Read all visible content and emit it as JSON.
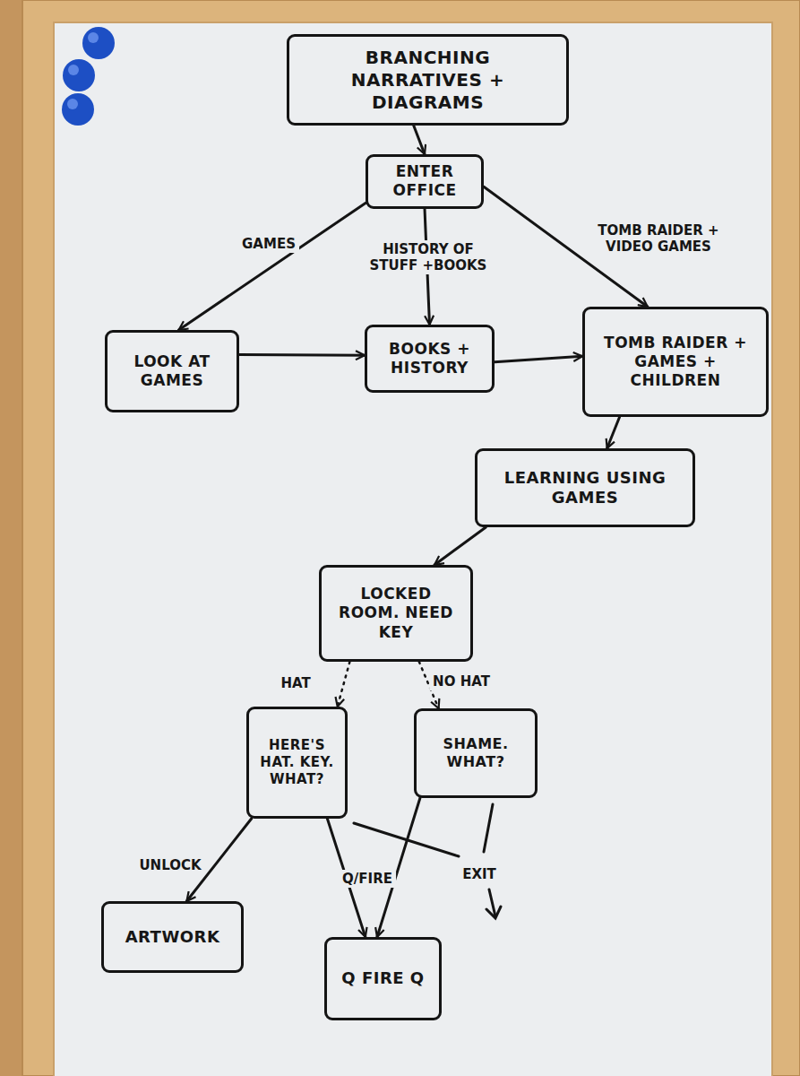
{
  "diagram": {
    "nodes": [
      {
        "text": [
          "BRANCHING NARRATIVES + DIAGRAMS"
        ]
      },
      {
        "text": [
          "ENTER OFFICE"
        ]
      },
      {
        "text": [
          "LOOK AT GAMES"
        ]
      },
      {
        "text": [
          "BOOKS + HISTORY"
        ]
      },
      {
        "text": [
          "TOMB RAIDER + GAMES + CHILDREN"
        ]
      },
      {
        "text": [
          "LEARNING USING GAMES"
        ]
      },
      {
        "text": [
          "LOCKED ROOM. NEED KEY"
        ]
      },
      {
        "text": [
          "HERE'S HAT. KEY. WHAT?"
        ]
      },
      {
        "text": [
          "SHAME. WHAT?"
        ]
      },
      {
        "text": [
          "ARTWORK"
        ]
      },
      {
        "text": [
          "Q FIRE Q"
        ]
      }
    ],
    "edges": [
      {
        "from": 0,
        "to": 1,
        "arrow": "to"
      },
      {
        "from": 1,
        "to": 2,
        "label": "GAMES",
        "arrow": "to"
      },
      {
        "from": 1,
        "to": 3,
        "label": "HISTORY OF STUFF +BOOKS",
        "arrow": "to"
      },
      {
        "from": 1,
        "to": 4,
        "label": "TOMB RAIDER + VIDEO GAMES",
        "arrow": "to"
      },
      {
        "from": 2,
        "to": 3,
        "arrow": "to"
      },
      {
        "from": 3,
        "to": 4,
        "arrow": "to"
      },
      {
        "from": 4,
        "to": 5,
        "arrow": "to"
      },
      {
        "from": 5,
        "to": 6,
        "arrow": "to"
      },
      {
        "from": 6,
        "to": 7,
        "label": "HAT",
        "arrow": "to"
      },
      {
        "from": 6,
        "to": 8,
        "label": "NO HAT",
        "arrow": "to"
      },
      {
        "from": 7,
        "to": 9,
        "label": "UNLOCK",
        "arrow": "to"
      },
      {
        "from": 7,
        "to": 10,
        "label": "Q/FIRE",
        "arrow": "to"
      },
      {
        "from": 8,
        "to": 10,
        "arrow": "to"
      }
    ],
    "labels": [
      "EXIT"
    ]
  }
}
